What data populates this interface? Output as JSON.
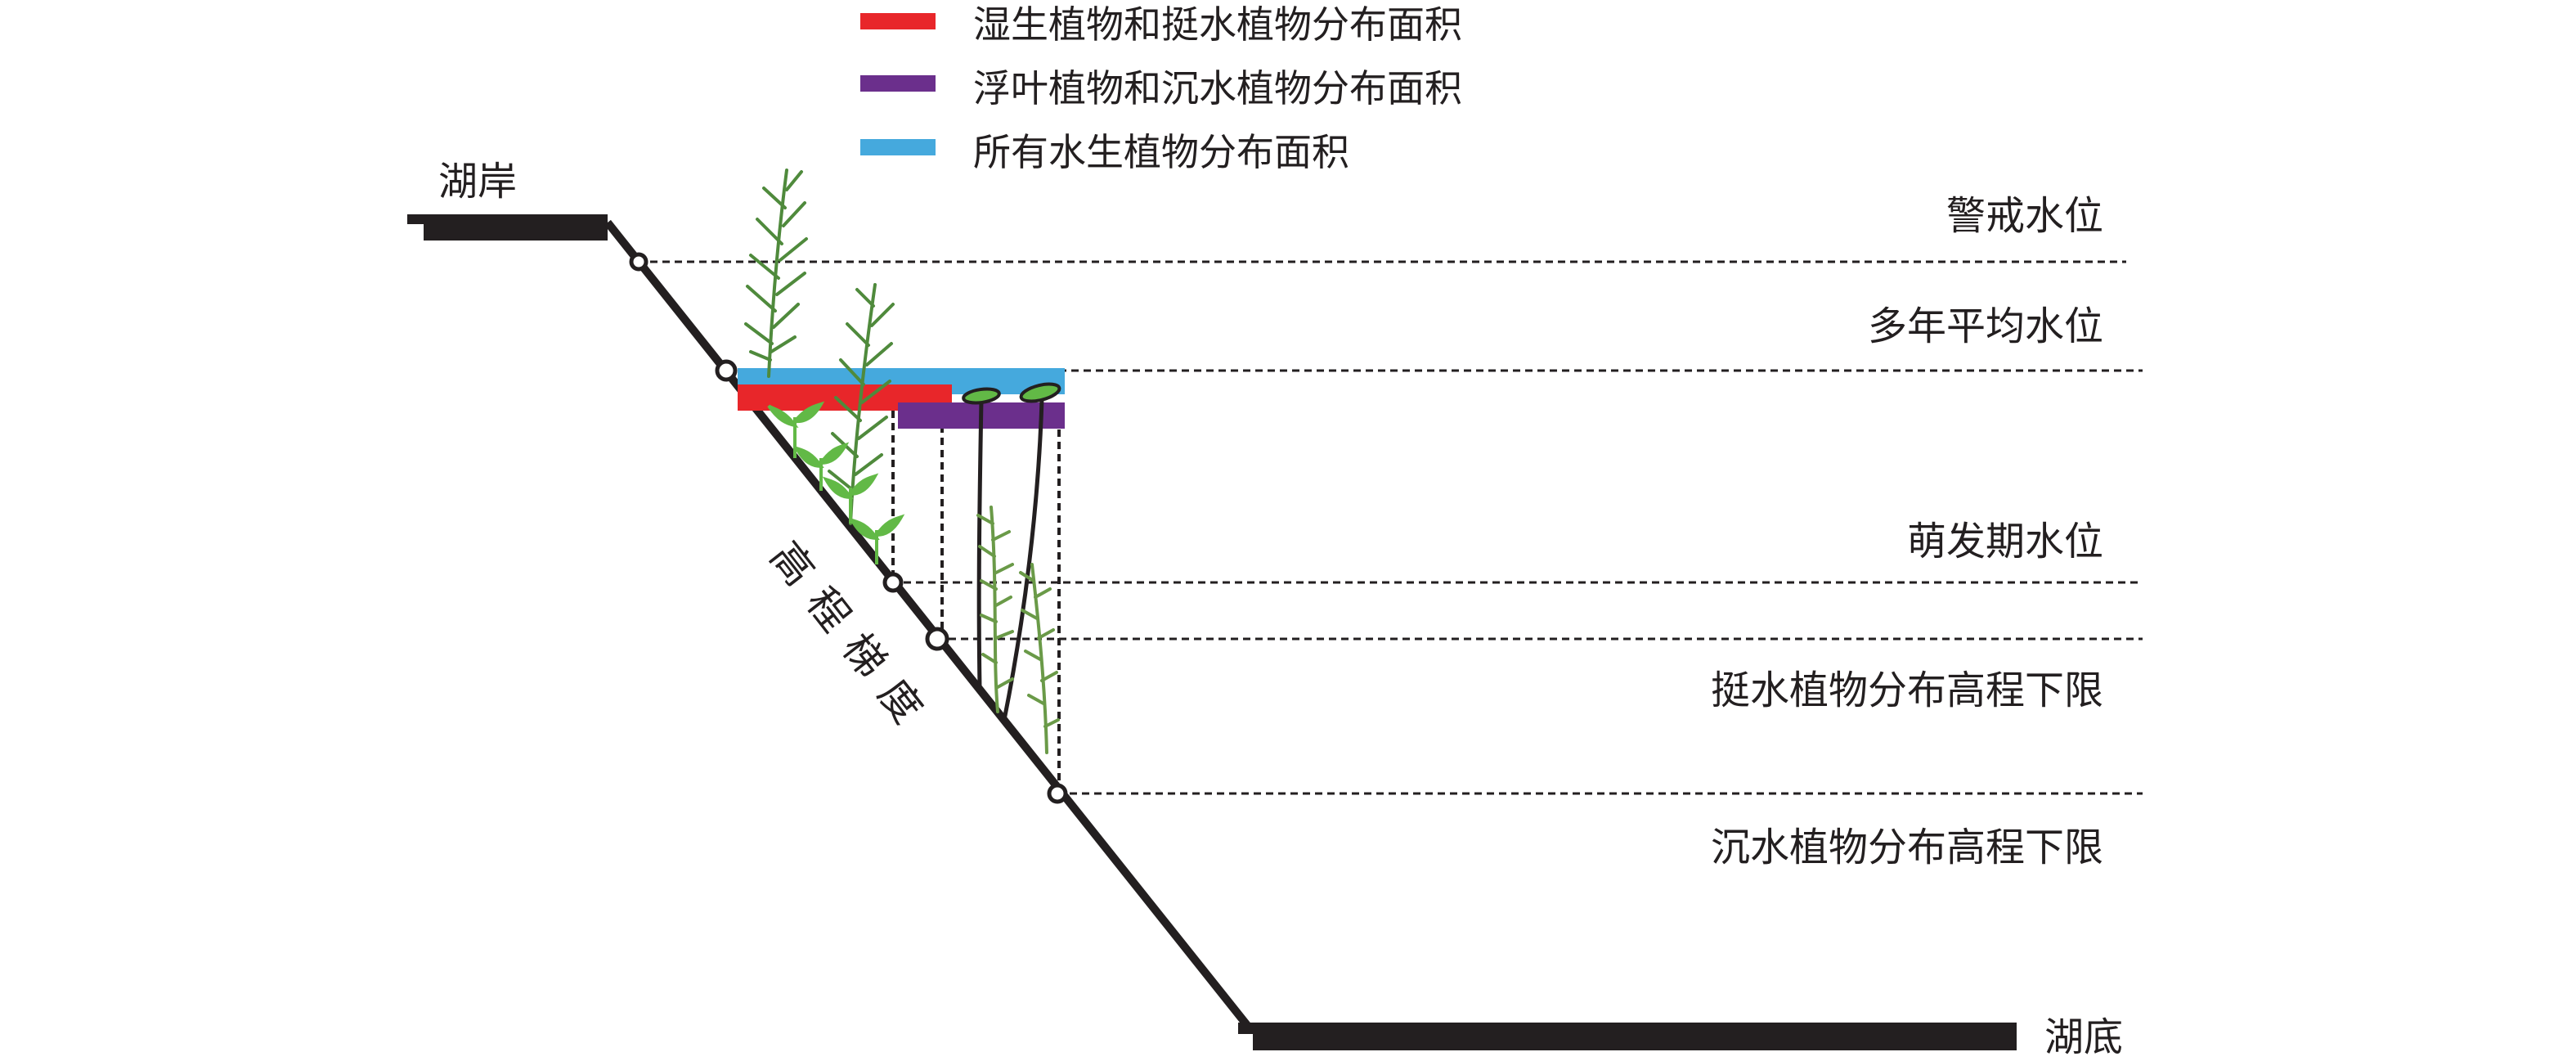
{
  "legend": [
    {
      "label": "湿生植物和挺水植物分布面积",
      "color": "#e8262a"
    },
    {
      "label": "浮叶植物和沉水植物分布面积",
      "color": "#6b2f8c"
    },
    {
      "label": "所有水生植物分布面积",
      "color": "#45a9dd"
    }
  ],
  "labels": {
    "shore": "湖岸",
    "bottom": "湖底",
    "slope_chars": [
      "高",
      "程",
      "梯",
      "度"
    ]
  },
  "levels": {
    "warning": "警戒水位",
    "annual_mean": "多年平均水位",
    "germination": "萌发期水位",
    "emergent_limit": "挺水植物分布高程下限",
    "submerged_limit": "沉水植物分布高程下限"
  },
  "colors": {
    "line": "#231f20",
    "wet_emergent": "#e8262a",
    "floating_submerged": "#6b2f8c",
    "all_aquatic": "#45a9dd",
    "reed_green": "#4f8a3c",
    "sprout_green": "#62b946",
    "submerged_green": "#6a9a48"
  }
}
